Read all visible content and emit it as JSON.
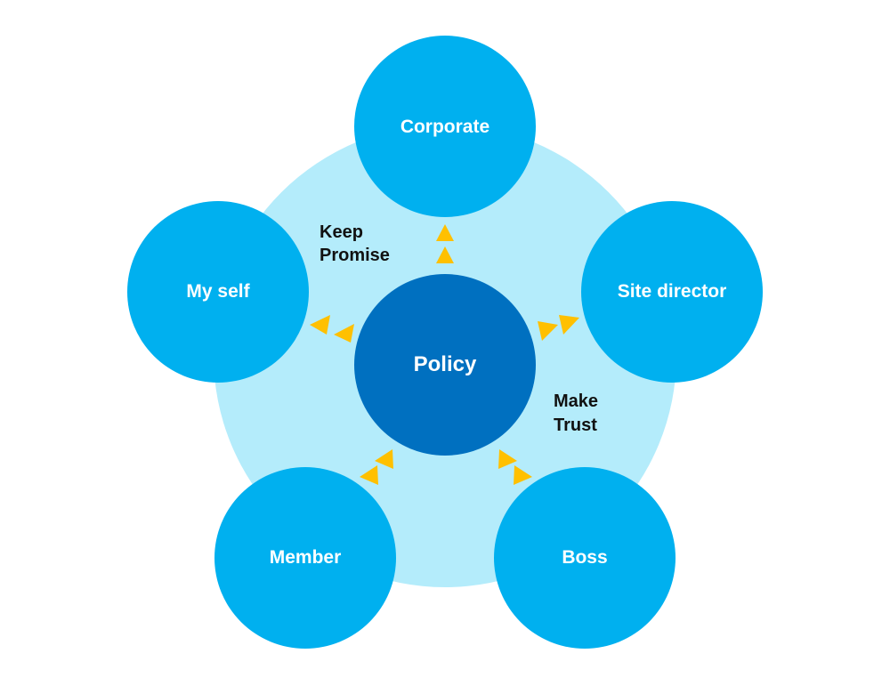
{
  "colors": {
    "background": "#ffffff",
    "ring": "#b4ecfb",
    "outer_node": "#00b0ef",
    "center_node": "#0070c0",
    "arrow": "#ffc000",
    "node_text": "#ffffff",
    "annotation_text": "#111111"
  },
  "center": {
    "label": "Policy"
  },
  "nodes": {
    "corporate": "Corporate",
    "site_director": "Site director",
    "boss": "Boss",
    "member": "Member",
    "my_self": "My self"
  },
  "annotations": {
    "keep_promise": [
      "Keep",
      "Promise"
    ],
    "make_trust": [
      "Make",
      "Trust"
    ]
  },
  "arrows": [
    {
      "name": "arrows-to-corporate",
      "icon": "triangle-arrow-icon",
      "direction": "up"
    },
    {
      "name": "arrows-to-site-director",
      "icon": "triangle-arrow-icon",
      "direction": "right"
    },
    {
      "name": "arrows-to-boss",
      "icon": "triangle-arrow-icon",
      "direction": "down-right"
    },
    {
      "name": "arrows-to-member",
      "icon": "triangle-arrow-icon",
      "direction": "down-left"
    },
    {
      "name": "arrows-to-my-self",
      "icon": "triangle-arrow-icon",
      "direction": "left"
    }
  ]
}
